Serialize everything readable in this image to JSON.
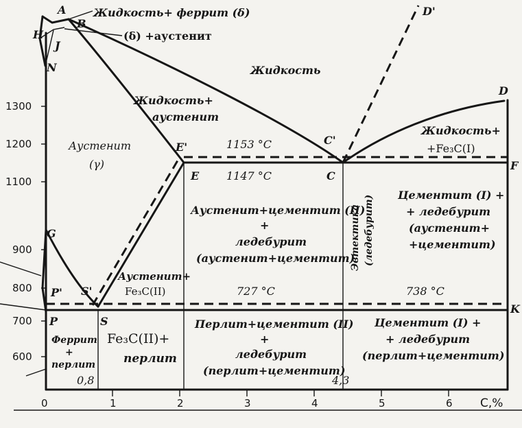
{
  "axes": {
    "x_ticks": [
      "1",
      "2",
      "3",
      "4",
      "5",
      "6"
    ],
    "x_unit": "C,%",
    "origin": "0",
    "y_ticks": [
      "1300",
      "1200",
      "1100",
      "900",
      "800",
      "700",
      "600"
    ]
  },
  "points": {
    "A": "A",
    "B": "B",
    "H": "H",
    "J": "J",
    "N": "N",
    "D": "D",
    "D_prime": "D'",
    "E": "E",
    "E_prime": "E'",
    "C": "C",
    "C_prime": "C'",
    "F": "F",
    "G": "G",
    "P": "P",
    "P_prime": "P'",
    "S": "S",
    "S_prime": "S'",
    "K": "K"
  },
  "temperatures": {
    "eutectic_graphite": "1153 °C",
    "eutectic": "1147 °C",
    "eutectoid": "727 °C",
    "eutectoid_graphite": "738 °C"
  },
  "compositions": {
    "eutectoid": "0,8",
    "eutectic": "4,3"
  },
  "regions": {
    "liquid_ferrite": "Жидкость+ феррит (δ)",
    "delta_austenite": "(δ) +аустенит",
    "liquid": "Жидкость",
    "liquid_austenite_1": "Жидкость+",
    "liquid_austenite_2": "аустенит",
    "austenite_1": "Аустенит",
    "austenite_2": "(γ)",
    "liquid_cem_1": "Жидкость+",
    "liquid_cem_2": "+Fe₃C(I)",
    "aus_cem_led_1": "Аустенит+цементит (II)",
    "aus_cem_led_2": "+",
    "aus_cem_led_3": "ледебурит",
    "aus_cem_led_4": "(аустенит+цементит)",
    "eutectic_1": "Эвтектика",
    "eutectic_2": "(ледебурит)",
    "cem1_led_upper_1": "Цементит (I) +",
    "cem1_led_upper_2": "+ ледебурит",
    "cem1_led_upper_3": "(аустенит+",
    "cem1_led_upper_4": "+цементит)",
    "aus_fe3c_1": "Аустенит+",
    "aus_fe3c_2": "Fe₃C(II)",
    "ferrite_pearlite_1": "Феррит",
    "ferrite_pearlite_2": "+",
    "ferrite_pearlite_3": "перлит",
    "fe3c_pearlite_1": "Fe₃C(II)+",
    "fe3c_pearlite_2": "перлит",
    "pearlite_cem_led_1": "Перлит+цементит (II)",
    "pearlite_cem_led_2": "+",
    "pearlite_cem_led_3": "ледебурит",
    "pearlite_cem_led_4": "(перлит+цементит)",
    "cem1_led_lower_1": "Цементит (I) +",
    "cem1_led_lower_2": "+ ледебурит",
    "cem1_led_lower_3": "(перлит+цементит)"
  }
}
